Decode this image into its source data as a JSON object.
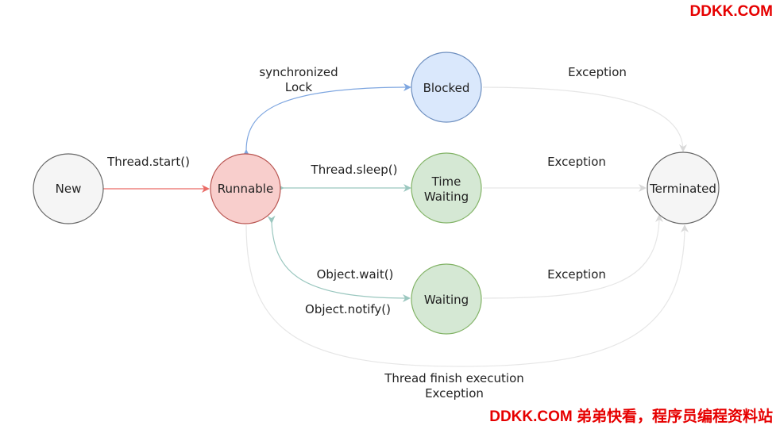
{
  "watermark": {
    "top": "DDKK.COM",
    "bottom": "DDKK.COM 弟弟快看，程序员编程资料站"
  },
  "nodes": {
    "new": {
      "label": "New",
      "fill": "#f5f5f5",
      "stroke": "#666666"
    },
    "runnable": {
      "label": "Runnable",
      "fill": "#f8cecc",
      "stroke": "#b85450"
    },
    "blocked": {
      "label": "Blocked",
      "fill": "#dae8fc",
      "stroke": "#6c8ebf"
    },
    "time_waiting": {
      "label_line1": "Time",
      "label_line2": "Waiting",
      "fill": "#d5e8d4",
      "stroke": "#82b366"
    },
    "waiting": {
      "label": "Waiting",
      "fill": "#d5e8d4",
      "stroke": "#82b366"
    },
    "terminated": {
      "label": "Terminated",
      "fill": "#f5f5f5",
      "stroke": "#666666"
    }
  },
  "edge_labels": {
    "new_to_runnable": "Thread.start()",
    "runnable_blocked_line1": "synchronized",
    "runnable_blocked_line2": "Lock",
    "runnable_time_waiting": "Thread.sleep()",
    "runnable_to_waiting": "Object.wait()",
    "waiting_to_runnable": "Object.notify()",
    "blocked_to_terminated": "Exception",
    "time_waiting_to_terminated": "Exception",
    "waiting_to_terminated": "Exception",
    "runnable_to_terminated_line1": "Thread finish execution",
    "runnable_to_terminated_line2": "Exception"
  },
  "colors": {
    "new_edge": "#ea6b66",
    "blocked_edge": "#7ea6e0",
    "green_edge": "#9ac7bf",
    "gray_edge": "#e6e6e6"
  }
}
